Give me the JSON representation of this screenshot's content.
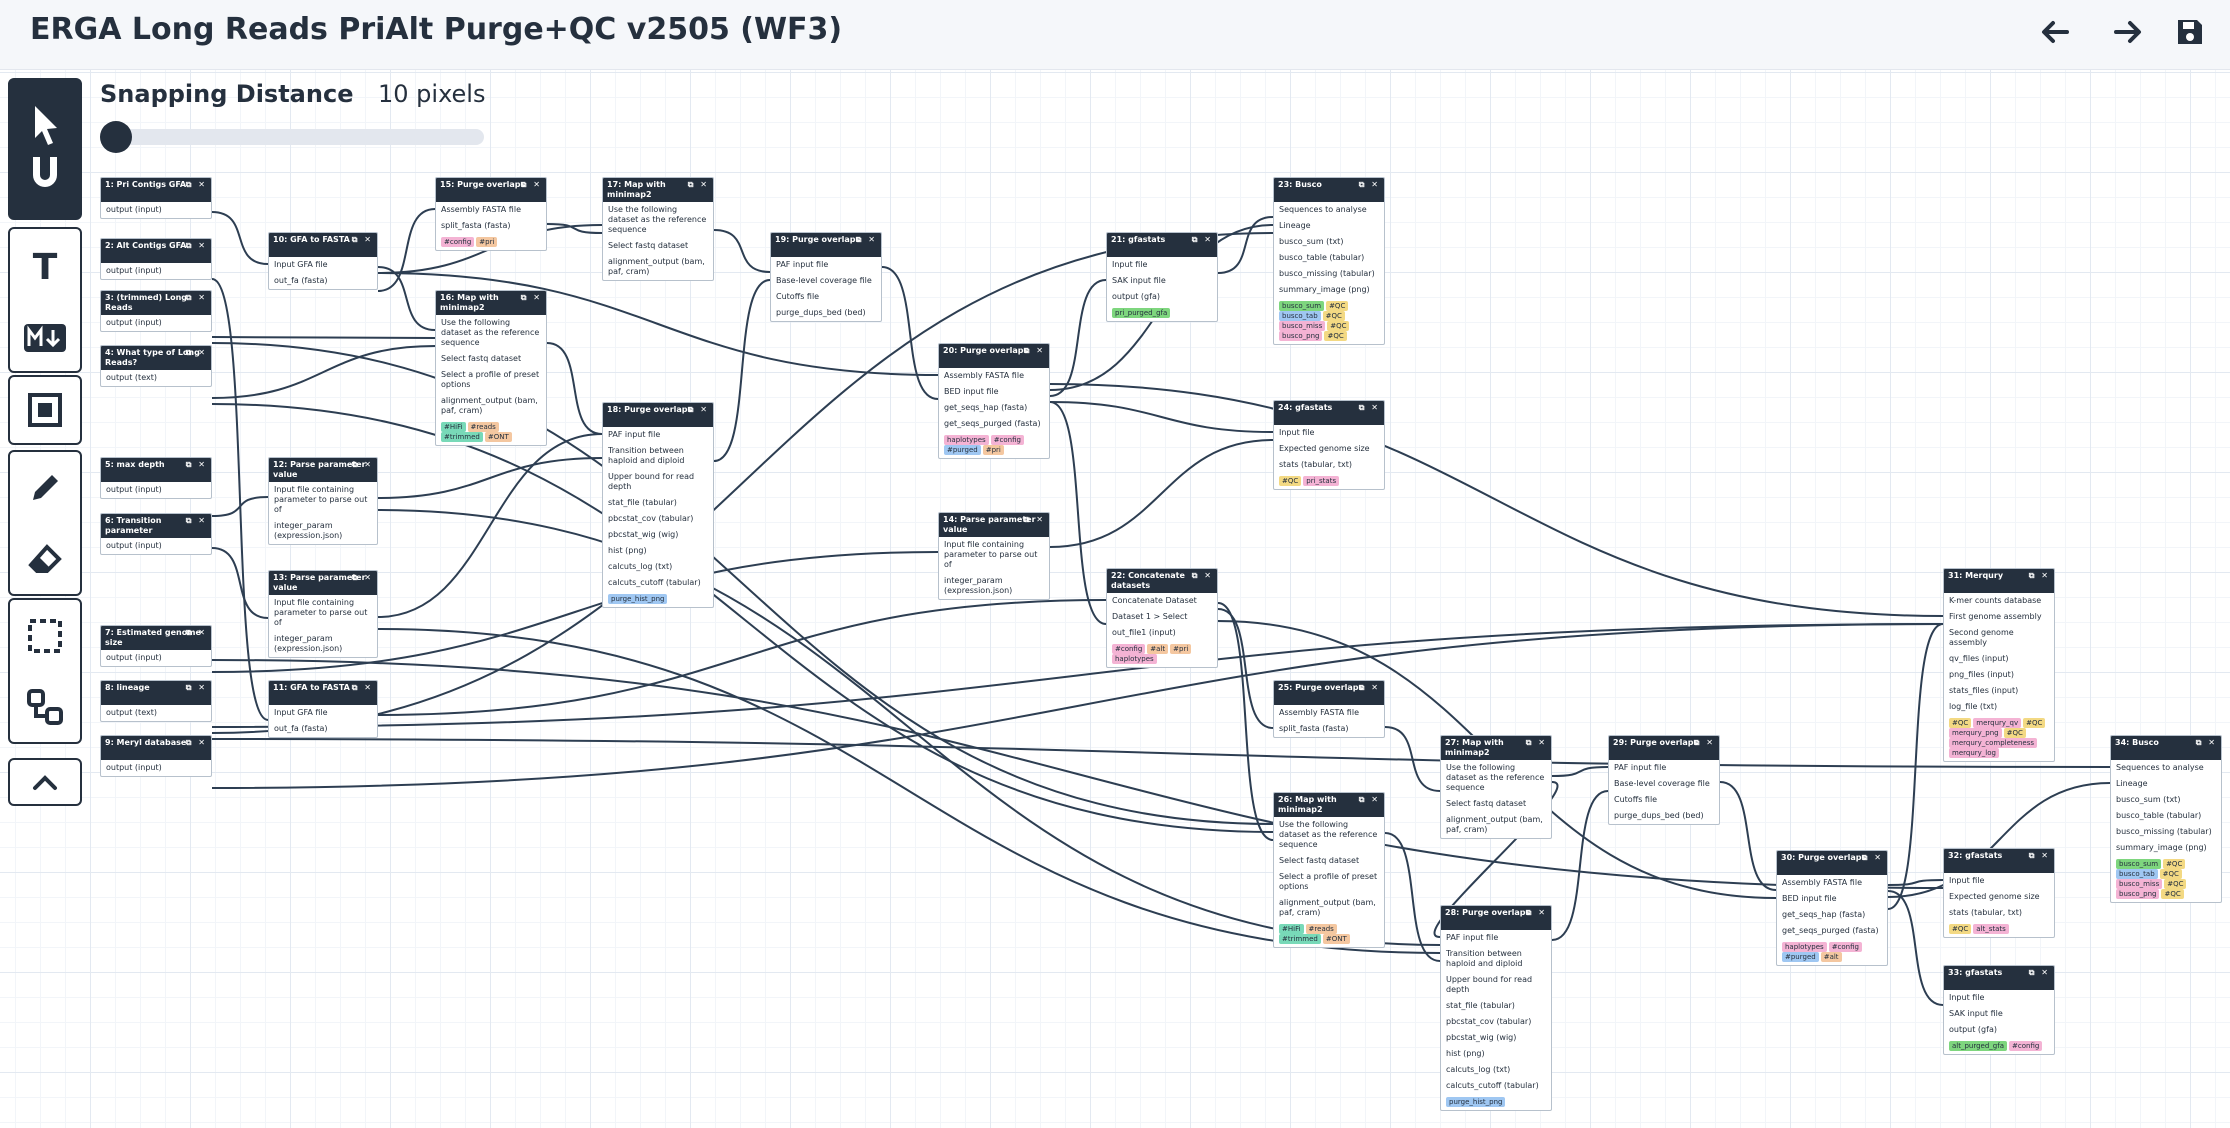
{
  "header": {
    "title": "ERGA Long Reads PriAlt Purge+QC v2505 (WF3)",
    "back_icon": "arrow-left-icon",
    "forward_icon": "arrow-right-icon",
    "save_icon": "save-icon"
  },
  "toolbar": {
    "snap_label": "Snapping Distance",
    "snap_value": "10 pixels",
    "snap_fraction": 0.0,
    "tools": [
      "pointer-icon",
      "magnet-icon",
      "text-icon",
      "markdown-icon",
      "frame-icon",
      "pencil-icon",
      "eraser-icon",
      "select-box-icon",
      "auto-layout-icon",
      "collapse-icon"
    ],
    "text_tool_glyph": "T"
  },
  "nodes": [
    {
      "title": "1: Pri Contigs GFA",
      "rows": [
        "output (input)"
      ]
    },
    {
      "title": "2: Alt Contigs GFA",
      "rows": [
        "output (input)"
      ]
    },
    {
      "title": "3: (trimmed) Long Reads",
      "rows": [
        "output (input)"
      ]
    },
    {
      "title": "4: What type of Long Reads?",
      "rows": [
        "output (text)"
      ]
    },
    {
      "title": "5: max depth",
      "rows": [
        "output (input)"
      ]
    },
    {
      "title": "6: Transition parameter",
      "rows": [
        "output (input)"
      ]
    },
    {
      "title": "7: Estimated genome size",
      "rows": [
        "output (input)"
      ]
    },
    {
      "title": "8: lineage",
      "rows": [
        "output (text)"
      ]
    },
    {
      "title": "9: Meryl database",
      "rows": [
        "output (input)"
      ]
    },
    {
      "title": "10: GFA to FASTA",
      "rows": [
        "Input GFA file",
        "out_fa (fasta)"
      ]
    },
    {
      "title": "11: GFA to FASTA",
      "rows": [
        "Input GFA file",
        "out_fa (fasta)"
      ]
    },
    {
      "title": "12: Parse parameter value",
      "rows": [
        "Input file containing parameter to parse out of",
        "integer_param (expression.json)"
      ]
    },
    {
      "title": "13: Parse parameter value",
      "rows": [
        "Input file containing parameter to parse out of",
        "integer_param (expression.json)"
      ]
    },
    {
      "title": "15: Purge overlaps",
      "rows": [
        "Assembly FASTA file",
        "split_fasta (fasta)"
      ],
      "badges": [
        "#config",
        "#pri"
      ]
    },
    {
      "title": "16: Map with minimap2",
      "rows": [
        "Use the following dataset as the reference sequence",
        "Select fastq dataset",
        "Select a profile of preset options",
        "alignment_output (bam, paf, cram)"
      ],
      "badges": [
        "#HiFi",
        "#reads",
        "#trimmed",
        "#ONT"
      ]
    },
    {
      "title": "17: Map with minimap2",
      "rows": [
        "Use the following dataset as the reference sequence",
        "Select fastq dataset",
        "alignment_output (bam, paf, cram)"
      ]
    },
    {
      "title": "18: Purge overlaps",
      "rows": [
        "PAF input file",
        "Transition between haploid and diploid",
        "Upper bound for read depth",
        "stat_file (tabular)",
        "pbcstat_cov (tabular)",
        "pbcstat_wig (wig)",
        "hist (png)",
        "calcuts_log (txt)",
        "calcuts_cutoff (tabular)"
      ],
      "badges": [
        "purge_hist_png"
      ]
    },
    {
      "title": "19: Purge overlaps",
      "rows": [
        "PAF input file",
        "Base-level coverage file",
        "Cutoffs file",
        "purge_dups_bed (bed)"
      ]
    },
    {
      "title": "20: Purge overlaps",
      "rows": [
        "Assembly FASTA file",
        "BED input file",
        "get_seqs_hap (fasta)",
        "get_seqs_purged (fasta)"
      ],
      "badges": [
        "haplotypes",
        "#config",
        "#purged",
        "#pri"
      ]
    },
    {
      "title": "14: Parse parameter value",
      "rows": [
        "Input file containing parameter to parse out of",
        "integer_param (expression.json)"
      ]
    },
    {
      "title": "21: gfastats",
      "rows": [
        "Input file",
        "SAK input file",
        "output (gfa)"
      ],
      "badges": [
        "pri_purged_gfa"
      ]
    },
    {
      "title": "22: Concatenate datasets",
      "rows": [
        "Concatenate Dataset",
        "Dataset 1 > Select",
        "out_file1 (input)"
      ],
      "badges": [
        "#config",
        "#alt",
        "#pri",
        "haplotypes"
      ]
    },
    {
      "title": "23: Busco",
      "rows": [
        "Sequences to analyse",
        "Lineage",
        "busco_sum (txt)",
        "busco_table (tabular)",
        "busco_missing (tabular)",
        "summary_image (png)"
      ],
      "badges": [
        "busco_sum",
        "#QC",
        "busco_tab",
        "#QC",
        "busco_miss",
        "#QC",
        "busco_png",
        "#QC"
      ]
    },
    {
      "title": "24: gfastats",
      "rows": [
        "Input file",
        "Expected genome size",
        "stats (tabular, txt)"
      ],
      "badges": [
        "#QC",
        "pri_stats"
      ]
    },
    {
      "title": "25: Purge overlaps",
      "rows": [
        "Assembly FASTA file",
        "split_fasta (fasta)"
      ]
    },
    {
      "title": "26: Map with minimap2",
      "rows": [
        "Use the following dataset as the reference sequence",
        "Select fastq dataset",
        "Select a profile of preset options",
        "alignment_output (bam, paf, cram)"
      ],
      "badges": [
        "#HiFi",
        "#reads",
        "#trimmed",
        "#ONT"
      ]
    },
    {
      "title": "27: Map with minimap2",
      "rows": [
        "Use the following dataset as the reference sequence",
        "Select fastq dataset",
        "alignment_output (bam, paf, cram)"
      ]
    },
    {
      "title": "28: Purge overlaps",
      "rows": [
        "PAF input file",
        "Transition between haploid and diploid",
        "Upper bound for read depth",
        "stat_file (tabular)",
        "pbcstat_cov (tabular)",
        "pbcstat_wig (wig)",
        "hist (png)",
        "calcuts_log (txt)",
        "calcuts_cutoff (tabular)"
      ],
      "badges": [
        "purge_hist_png"
      ]
    },
    {
      "title": "29: Purge overlaps",
      "rows": [
        "PAF input file",
        "Base-level coverage file",
        "Cutoffs file",
        "purge_dups_bed (bed)"
      ]
    },
    {
      "title": "30: Purge overlaps",
      "rows": [
        "Assembly FASTA file",
        "BED input file",
        "get_seqs_hap (fasta)",
        "get_seqs_purged (fasta)"
      ],
      "badges": [
        "haplotypes",
        "#config",
        "#purged",
        "#alt"
      ]
    },
    {
      "title": "31: Merqury",
      "rows": [
        "K-mer counts database",
        "First genome assembly",
        "Second genome assembly",
        "qv_files (input)",
        "png_files (input)",
        "stats_files (input)",
        "log_file (txt)"
      ],
      "badges": [
        "#QC",
        "merqury_qv",
        "#QC",
        "merqury_png",
        "#QC",
        "merqury_completeness",
        "merqury_log"
      ]
    },
    {
      "title": "32: gfastats",
      "rows": [
        "Input file",
        "Expected genome size",
        "stats (tabular, txt)"
      ],
      "badges": [
        "#QC",
        "alt_stats"
      ]
    },
    {
      "title": "33: gfastats",
      "rows": [
        "Input file",
        "SAK input file",
        "output (gfa)"
      ],
      "badges": [
        "alt_purged_gfa",
        "#config"
      ]
    },
    {
      "title": "34: Busco",
      "rows": [
        "Sequences to analyse",
        "Lineage",
        "busco_sum (txt)",
        "busco_table (tabular)",
        "busco_missing (tabular)",
        "summary_image (png)"
      ],
      "badges": [
        "busco_sum",
        "#QC",
        "busco_tab",
        "#QC",
        "busco_miss",
        "#QC",
        "busco_png",
        "#QC"
      ]
    }
  ],
  "colors": {
    "header_bg": "#25303e",
    "edge": "#2d3e52",
    "canvas_grid": "#e3e9f1"
  }
}
